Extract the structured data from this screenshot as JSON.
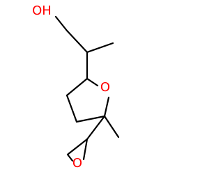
{
  "molecule": {
    "atoms": {
      "hydroxyl_label": "OH",
      "ring_oxygen_label": "O",
      "epoxide_oxygen_label": "O"
    },
    "colors": {
      "bond": "#000000",
      "oxygen": "#ff0000",
      "background": "#ffffff"
    }
  }
}
